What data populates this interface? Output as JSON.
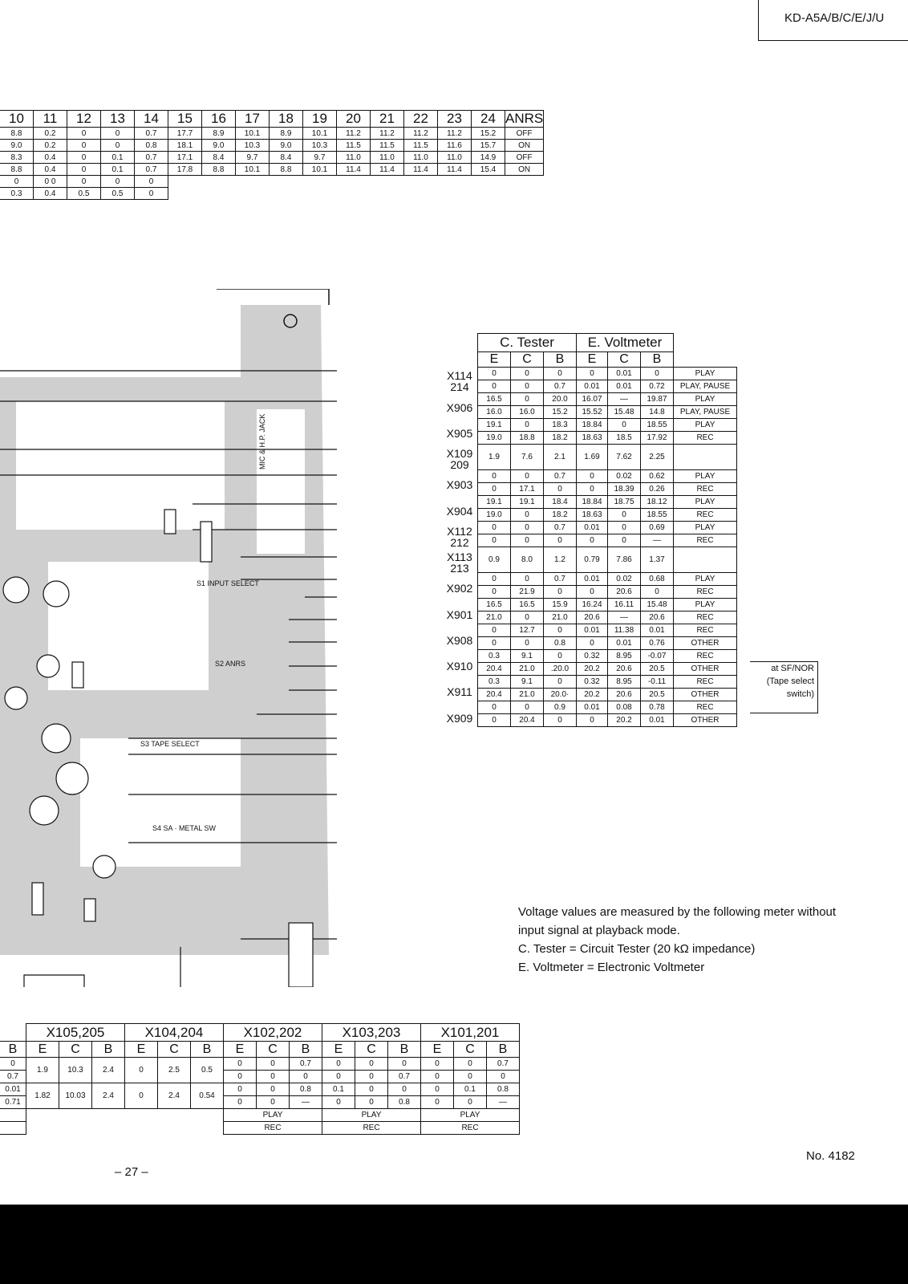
{
  "header": {
    "model": "KD-A5A/B/C/E/J/U"
  },
  "ic_table": {
    "pins": [
      "10",
      "11",
      "12",
      "13",
      "14",
      "15",
      "16",
      "17",
      "18",
      "19",
      "20",
      "21",
      "22",
      "23",
      "24",
      "ANRS"
    ],
    "rows": [
      [
        "8.8",
        "0.2",
        "0",
        "0",
        "0.7",
        "17.7",
        "8.9",
        "10.1",
        "8.9",
        "10.1",
        "11.2",
        "11.2",
        "11.2",
        "11.2",
        "15.2",
        "OFF"
      ],
      [
        "9.0",
        "0.2",
        "0",
        "0",
        "0.8",
        "18.1",
        "9.0",
        "10.3",
        "9.0",
        "10.3",
        "11.5",
        "11.5",
        "11.5",
        "11.6",
        "15.7",
        "ON"
      ],
      [
        "8.3",
        "0.4",
        "0",
        "0.1",
        "0.7",
        "17.1",
        "8.4",
        "9.7",
        "8.4",
        "9.7",
        "11.0",
        "11.0",
        "11.0",
        "11.0",
        "14.9",
        "OFF"
      ],
      [
        "8.8",
        "0.4",
        "0",
        "0.1",
        "0.7",
        "17.8",
        "8.8",
        "10.1",
        "8.8",
        "10.1",
        "11.4",
        "11.4",
        "11.4",
        "11.4",
        "15.4",
        "ON"
      ],
      [
        "0",
        "0 0",
        "0",
        "0",
        "0"
      ],
      [
        "0.3",
        "0.4",
        "0.5",
        "0.5",
        "0"
      ]
    ]
  },
  "tr_table": {
    "group1": "C. Tester",
    "group2": "E. Voltmeter",
    "sub": [
      "E",
      "C",
      "B",
      "E",
      "C",
      "B"
    ],
    "groups": [
      {
        "label": "X114 214",
        "rows": [
          [
            "0",
            "0",
            "0",
            "0",
            "0.01",
            "0",
            "PLAY"
          ],
          [
            "0",
            "0",
            "0.7",
            "0.01",
            "0.01",
            "0.72",
            "PLAY, PAUSE"
          ]
        ]
      },
      {
        "label": "X906",
        "rows": [
          [
            "16.5",
            "0",
            "20.0",
            "16.07",
            "—",
            "19.87",
            "PLAY"
          ],
          [
            "16.0",
            "16.0",
            "15.2",
            "15.52",
            "15.48",
            "14.8",
            "PLAY, PAUSE"
          ]
        ]
      },
      {
        "label": "X905",
        "rows": [
          [
            "19.1",
            "0",
            "18.3",
            "18.84",
            "0",
            "18.55",
            "PLAY"
          ],
          [
            "19.0",
            "18.8",
            "18.2",
            "18.63",
            "18.5",
            "17.92",
            "REC"
          ]
        ]
      },
      {
        "label": "X109 209",
        "rows": [
          [
            "1.9",
            "7.6",
            "2.1",
            "1.69",
            "7.62",
            "2.25",
            ""
          ]
        ]
      },
      {
        "label": "X903",
        "rows": [
          [
            "0",
            "0",
            "0.7",
            "0",
            "0.02",
            "0.62",
            "PLAY"
          ],
          [
            "0",
            "17.1",
            "0",
            "0",
            "18.39",
            "0.26",
            "REC"
          ]
        ]
      },
      {
        "label": "X904",
        "rows": [
          [
            "19.1",
            "19.1",
            "18.4",
            "18.84",
            "18.75",
            "18.12",
            "PLAY"
          ],
          [
            "19.0",
            "0",
            "18.2",
            "18.63",
            "0",
            "18.55",
            "REC"
          ]
        ]
      },
      {
        "label": "X112 212",
        "rows": [
          [
            "0",
            "0",
            "0.7",
            "0.01",
            "0",
            "0.69",
            "PLAY"
          ],
          [
            "0",
            "0",
            "0",
            "0",
            "0",
            "—",
            "REC"
          ]
        ]
      },
      {
        "label": "X113 213",
        "rows": [
          [
            "0.9",
            "8.0",
            "1.2",
            "0.79",
            "7.86",
            "1.37",
            ""
          ]
        ]
      },
      {
        "label": "X902",
        "rows": [
          [
            "0",
            "0",
            "0.7",
            "0.01",
            "0.02",
            "0.68",
            "PLAY"
          ],
          [
            "0",
            "21.9",
            "0",
            "0",
            "20.6",
            "0",
            "REC"
          ]
        ]
      },
      {
        "label": "X901",
        "rows": [
          [
            "16.5",
            "16.5",
            "15.9",
            "16.24",
            "16.11",
            "15.48",
            "PLAY"
          ],
          [
            "21.0",
            "0",
            "21.0",
            "20.6",
            "—",
            "20.6",
            "REC"
          ]
        ]
      },
      {
        "label": "X908",
        "rows": [
          [
            "0",
            "12.7",
            "0",
            "0.01",
            "11.38",
            "0.01",
            "REC"
          ],
          [
            "0",
            "0",
            "0.8",
            "0",
            "0.01",
            "0.76",
            "OTHER"
          ]
        ]
      },
      {
        "label": "X910",
        "rows": [
          [
            "0.3",
            "9.1",
            "0",
            "0.32",
            "8.95",
            "-0.07",
            "REC"
          ],
          [
            "20.4",
            "21.0",
            ".20.0",
            "20.2",
            "20.6",
            "20.5",
            "OTHER"
          ]
        ]
      },
      {
        "label": "X911",
        "rows": [
          [
            "0.3",
            "9.1",
            "0",
            "0.32",
            "8.95",
            "-0.11",
            "REC"
          ],
          [
            "20.4",
            "21.0",
            "20.0·",
            "20.2",
            "20.6",
            "20.5",
            "OTHER"
          ]
        ]
      },
      {
        "label": "X909",
        "rows": [
          [
            "0",
            "0",
            "0.9",
            "0.01",
            "0.08",
            "0.78",
            "REC"
          ],
          [
            "0",
            "20.4",
            "0",
            "0",
            "20.2",
            "0.01",
            "OTHER"
          ]
        ]
      }
    ],
    "sf_note": [
      "at SF/NOR",
      "(Tape select",
      "switch)"
    ]
  },
  "bottom_table": {
    "groups": [
      "X105,205",
      "X104,204",
      "X102,202",
      "X103,203",
      "X101,201"
    ],
    "sub": [
      "B",
      "E",
      "C",
      "B",
      "E",
      "C",
      "B",
      "E",
      "C",
      "B",
      "E",
      "C",
      "B",
      "E",
      "C",
      "B"
    ],
    "left_col": [
      "0",
      "0.7",
      "0.01",
      "0.71"
    ],
    "x105": [
      [
        "1.9",
        "10.3",
        "2.4"
      ],
      [
        "1.82",
        "10.03",
        "2.4"
      ]
    ],
    "x104": [
      [
        "0",
        "2.5",
        "0.5"
      ],
      [
        "0",
        "2.4",
        "0.54"
      ]
    ],
    "x102": [
      [
        "0",
        "0",
        "0.7"
      ],
      [
        "0",
        "0",
        "0"
      ],
      [
        "0",
        "0",
        "0.8"
      ],
      [
        "0",
        "0",
        "—"
      ]
    ],
    "x103": [
      [
        "0",
        "0",
        "0"
      ],
      [
        "0",
        "0",
        "0.7"
      ],
      [
        "0.1",
        "0",
        "0"
      ],
      [
        "0",
        "0",
        "0.8"
      ]
    ],
    "x101": [
      [
        "0",
        "0",
        "0.7"
      ],
      [
        "0",
        "0",
        "0"
      ],
      [
        "0",
        "0.1",
        "0.8"
      ],
      [
        "0",
        "0",
        "—"
      ]
    ],
    "modes": [
      "PLAY",
      "REC"
    ]
  },
  "note": {
    "line1": "Voltage values are measured by the following meter without",
    "line2": "input signal at playback mode.",
    "line3": "C. Tester = Circuit Tester (20 kΩ impedance)",
    "line4": "E. Voltmeter = Electronic Voltmeter"
  },
  "pcb_labels": {
    "jack": "MIC & H.P. JACK",
    "s1": "S1   INPUT SELECT",
    "s2": "S2   ANRS",
    "s3": "S3   TAPE SELECT",
    "s4": "S4   SA · METAL SW"
  },
  "footer": {
    "page": "– 27 –",
    "doc": "No. 4182"
  }
}
